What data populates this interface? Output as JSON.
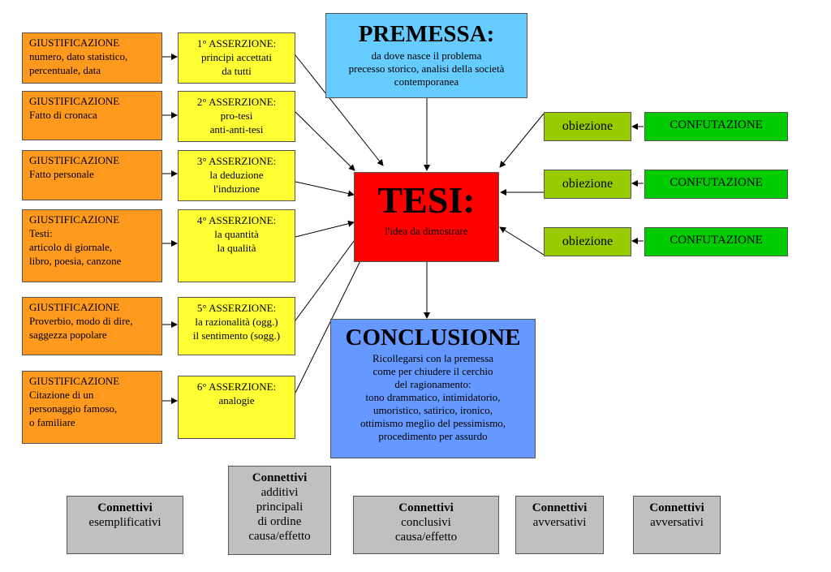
{
  "justifications": [
    {
      "title": "GIUSTIFICAZIONE",
      "detail": "numero, dato statistico,\npercentuale, data"
    },
    {
      "title": "GIUSTIFICAZIONE",
      "detail": "Fatto di cronaca"
    },
    {
      "title": "GIUSTIFICAZIONE",
      "detail": "Fatto personale"
    },
    {
      "title": "GIUSTIFICAZIONE",
      "detail": "Testi:\narticolo di giornale,\nlibro, poesia, canzone"
    },
    {
      "title": "GIUSTIFICAZIONE",
      "detail": "Proverbio, modo di dire,\nsaggezza popolare"
    },
    {
      "title": "GIUSTIFICAZIONE",
      "detail": "Citazione  di un\npersonaggio famoso,\no familiare"
    }
  ],
  "assertions": [
    {
      "title": "1° ASSERZIONE:",
      "detail": "principi accettati\nda tutti"
    },
    {
      "title": "2° ASSERZIONE:",
      "detail": "pro-tesi\nanti-anti-tesi"
    },
    {
      "title": "3° ASSERZIONE:",
      "detail": "la deduzione\nl'induzione"
    },
    {
      "title": "4° ASSERZIONE:",
      "detail": "la quantità\nla qualità"
    },
    {
      "title": "5° ASSERZIONE:",
      "detail": "la razionalità (ogg.)\nil sentimento (sogg.)"
    },
    {
      "title": "6° ASSERZIONE:",
      "detail": "analogie"
    }
  ],
  "premessa": {
    "title": "PREMESSA:",
    "detail": "da dove nasce il problema\nprecesso storico, analisi della società\ncontemporanea"
  },
  "tesi": {
    "title": "TESI:",
    "detail": "l'idea da dimostrare"
  },
  "conclusione": {
    "title": "CONCLUSIONE",
    "detail": "Ricollegarsi con la premessa\ncome per chiudere il cerchio\ndel ragionamento:\ntono drammatico, intimidatorio,\numoristico, satirico, ironico,\nottimismo meglio del pessimismo,\nprocedimento per assurdo"
  },
  "objections": [
    {
      "label": "obiezione",
      "refutation": "CONFUTAZIONE"
    },
    {
      "label": "obiezione",
      "refutation": "CONFUTAZIONE"
    },
    {
      "label": "obiezione",
      "refutation": "CONFUTAZIONE"
    }
  ],
  "connectives": [
    {
      "title": "Connettivi",
      "detail": "esemplificativi"
    },
    {
      "title": "Connettivi",
      "detail": "additivi\nprincipali\ndi ordine\ncausa/effetto"
    },
    {
      "title": "Connettivi",
      "detail": "conclusivi\ncausa/effetto"
    },
    {
      "title": "Connettivi",
      "detail": "avversativi"
    },
    {
      "title": "Connettivi",
      "detail": "avversativi"
    }
  ],
  "colors": {
    "justification": "#ff9a1f",
    "assertion": "#ffff33",
    "premessa": "#66ccff",
    "tesi": "#ff0000",
    "conclusione": "#6699ff",
    "objection": "#99cc00",
    "refutation": "#00cc00",
    "connective": "#c0c0c0"
  }
}
